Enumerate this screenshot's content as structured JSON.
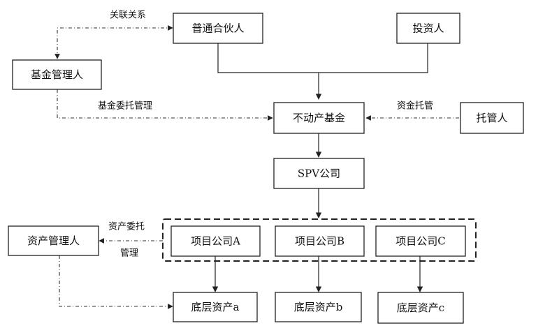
{
  "nodes": {
    "general_partner": "普通合伙人",
    "investor": "投资人",
    "fund_manager": "基金管理人",
    "real_estate_fund": "不动产基金",
    "custodian": "托管人",
    "spv": "SPV公司",
    "asset_manager": "资产管理人",
    "project_a": "项目公司A",
    "project_b": "项目公司B",
    "project_c": "项目公司C",
    "asset_a": "底层资产a",
    "asset_b": "底层资产b",
    "asset_c": "底层资产c"
  },
  "edge_labels": {
    "related": "关联关系",
    "fund_entrust": "基金委托管理",
    "fund_custody": "资金托管",
    "asset_entrust_1": "资产委托",
    "asset_entrust_2": "管理"
  }
}
